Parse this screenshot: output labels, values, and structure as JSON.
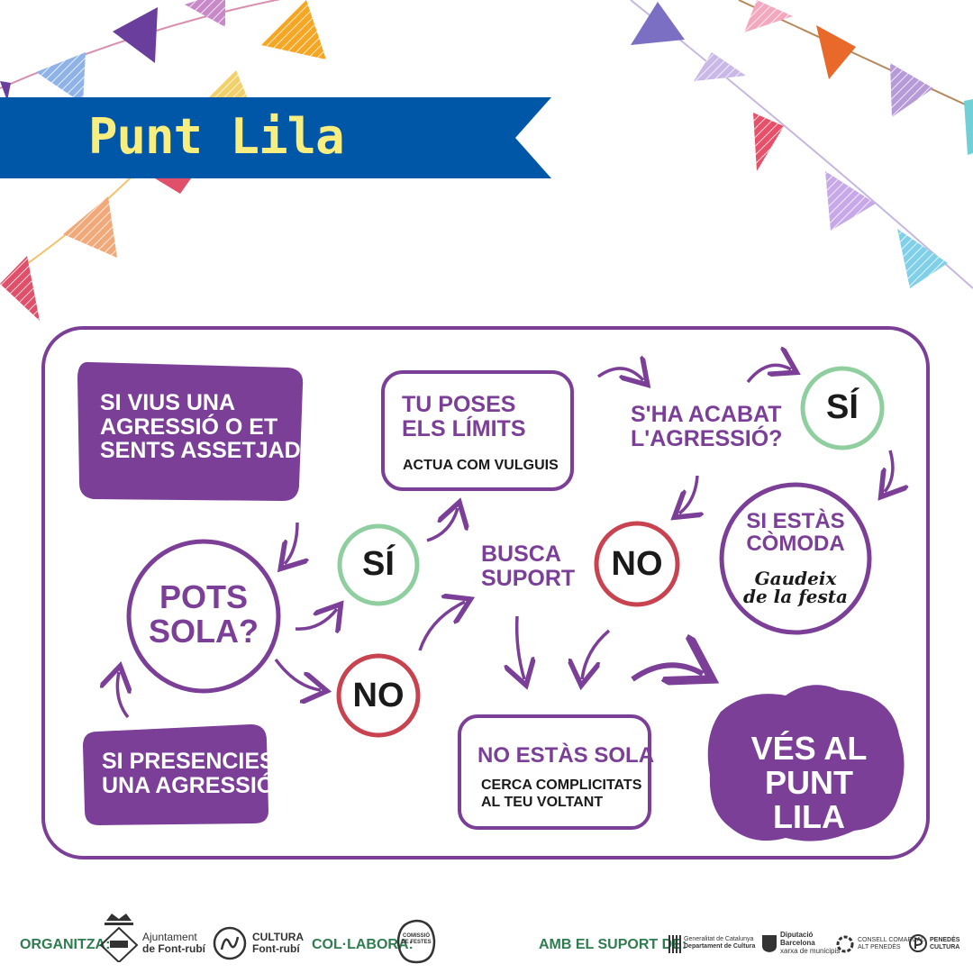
{
  "header": {
    "title": "Punt Lila"
  },
  "flow": {
    "start_victim": [
      "SI VIUS UNA",
      "AGRESSIÓ O ET",
      "SENTS ASSETJADA"
    ],
    "start_witness": [
      "SI PRESENCIES",
      "UNA AGRESSIÓ"
    ],
    "question_alone": [
      "POTS",
      "SOLA?"
    ],
    "yes_1": "SÍ",
    "no_1": "NO",
    "limits_title": [
      "TU POSES",
      "ELS LÍMITS"
    ],
    "limits_sub": "ACTUA COM VULGUIS",
    "seek_support": [
      "BUSCA",
      "SUPORT"
    ],
    "question_over": [
      "S'HA ACABAT",
      "L'AGRESSIÓ?"
    ],
    "yes_2": "SÍ",
    "no_2": "NO",
    "comfortable": [
      "SI ESTÀS",
      "CÒMODA"
    ],
    "enjoy": [
      "Gaudeix",
      "de la festa"
    ],
    "not_alone_title": "NO ESTÀS SOLA",
    "not_alone_sub": [
      "CERCA COMPLICITATS",
      "AL TEU VOLTANT"
    ],
    "go_punt": [
      "VÉS AL",
      "PUNT LILA"
    ]
  },
  "footer": {
    "organitza": "ORGANITZA:",
    "ajuntament": [
      "Ajuntament",
      "de Font-rubí"
    ],
    "cultura": [
      "CULTURA",
      "Font-rubí"
    ],
    "colabora": "COL·LABORA:",
    "comissio": [
      "COMISSIÓ",
      "DE FESTES"
    ],
    "suport": "AMB EL SUPORT DE:",
    "generalitat": [
      "Generalitat de Catalunya",
      "Departament de Cultura"
    ],
    "diputacio": [
      "Diputació",
      "Barcelona",
      "xarxa de municipis"
    ],
    "consell": [
      "CONSELL COMARCAL",
      "ALT PENEDÈS"
    ],
    "penedes": [
      "PENEDÈS",
      "CULTURA"
    ]
  },
  "colors": {
    "purple": "#7b3f98",
    "green": "#8fcf9f",
    "red": "#c8434f",
    "blue": "#0057a8",
    "yellow": "#f7ee7f",
    "footer_green": "#2e7d4f"
  }
}
